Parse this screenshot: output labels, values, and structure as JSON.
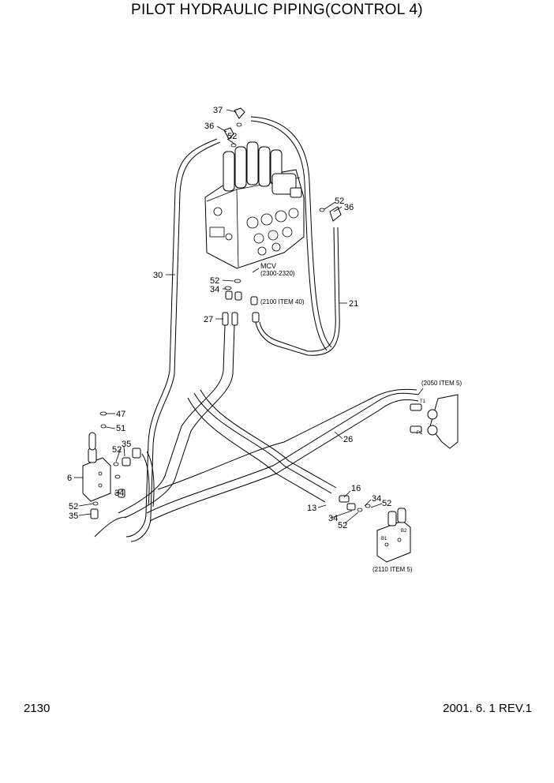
{
  "header": {
    "title": "PILOT HYDRAULIC PIPING(CONTROL 4)"
  },
  "footer": {
    "page_number": "2130",
    "revision": "2001. 6. 1 REV.1"
  },
  "diagram": {
    "callouts": [
      "37",
      "36",
      "52",
      "52",
      "36",
      "30",
      "52",
      "34",
      "27",
      "21",
      "47",
      "51",
      "35",
      "52",
      "6",
      "34",
      "52",
      "35",
      "26",
      "16",
      "13",
      "34",
      "52",
      "34",
      "52"
    ],
    "references": {
      "mcv": "MCV",
      "mcv_range": "(2300-2320)",
      "item_2100": "(2100 ITEM 40)",
      "item_2050": "(2050 ITEM 5)",
      "item_2110": "(2110 ITEM 5)"
    },
    "port_marks": {
      "t1": "T1",
      "p1": "P1",
      "b1": "B1",
      "b2": "B2"
    }
  }
}
